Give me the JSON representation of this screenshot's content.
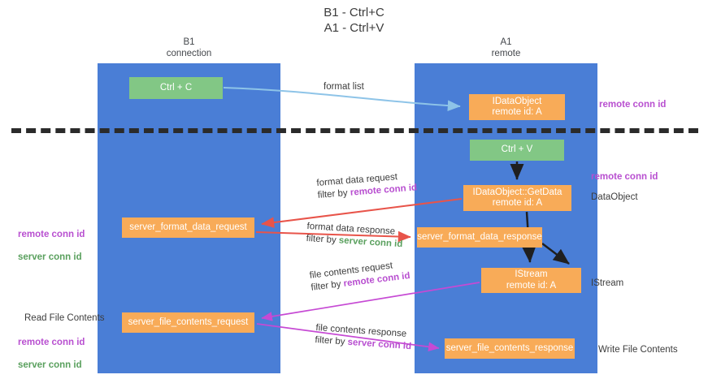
{
  "title": "B1 - Ctrl+C\nA1 - Ctrl+V",
  "columns": {
    "left": "B1\nconnection",
    "right": "A1\nremote"
  },
  "nodes": {
    "ctrl_c": "Ctrl + C",
    "idataobject": "IDataObject\nremote id: A",
    "ctrl_v": "Ctrl + V",
    "getdata": "IDataObject::GetData\nremote id: A",
    "server_format_data_request": "server_format_data_request",
    "server_format_data_response": "server_format_data_response",
    "istream": "IStream\nremote id: A",
    "server_file_contents_request": "server_file_contents_request",
    "server_file_contents_response": "server_file_contents_response"
  },
  "edges": {
    "format_list": "format list",
    "format_data_request": "format data request",
    "format_data_request_filter_prefix": "filter by ",
    "format_data_request_filter_key": "remote conn id",
    "format_data_response": "format data response",
    "format_data_response_filter_prefix": "filter by ",
    "format_data_response_filter_key": "server conn id",
    "file_contents_request": "file contents request",
    "file_contents_request_filter_prefix": "filter by ",
    "file_contents_request_filter_key": "remote conn id",
    "file_contents_response": "file contents response",
    "file_contents_response_filter_prefix": "filter by ",
    "file_contents_response_filter_key": "server conn id"
  },
  "side_labels": {
    "remote_conn_id_top": "remote conn id",
    "remote_conn_id_mid": "remote conn id",
    "dataobject": "DataObject",
    "istream": "IStream",
    "write_file_contents": "Write File Contents",
    "read_file_contents": "Read File Contents",
    "left_remote_conn_id": "remote conn id",
    "left_server_conn_id": "server conn id",
    "left_remote_conn_id_2": "remote conn id",
    "left_server_conn_id_2": "server conn id"
  },
  "colors": {
    "lane": "#4a7ed6",
    "green_node": "#82c785",
    "orange_node": "#f8ab58",
    "purple_text": "#b84fd0",
    "green_text": "#5aa05e",
    "red_arrow": "#e8544a",
    "magenta_arrow": "#c64ad4",
    "blue_arrow": "#8ec4e8",
    "dark_arrow": "#1f1f1f",
    "background": "#ffffff"
  }
}
